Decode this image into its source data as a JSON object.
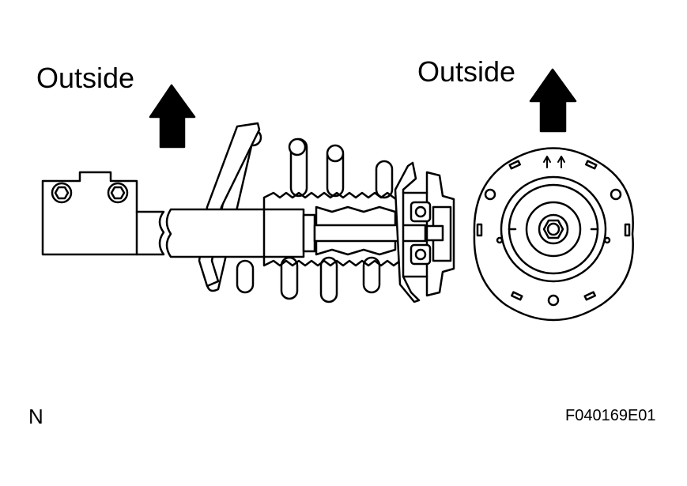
{
  "labels": {
    "outside_left": "Outside",
    "outside_right": "Outside",
    "view_marker": "N",
    "figure_code": "F040169E01"
  },
  "icons": {
    "left_arrow": "arrow-up-icon",
    "right_arrow": "arrow-up-icon"
  },
  "colors": {
    "line": "#000000",
    "fill": "#ffffff"
  }
}
